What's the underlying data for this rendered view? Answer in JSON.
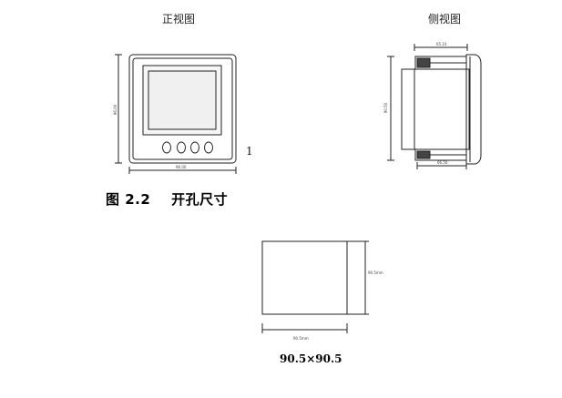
{
  "front_view": {
    "title": "正视图",
    "height_dim": "96.00",
    "width_dim": "96.00"
  },
  "side_view": {
    "title": "侧视图",
    "top_dim": "65.10",
    "height_dim": "90.50",
    "bottom_dim": "66.50"
  },
  "page_number": "1",
  "figure_caption": "图 2.2    开孔尺寸",
  "cutout": {
    "height_dim": "90.5mm",
    "width_dim": "90.5mm",
    "caption": "90.5×90.5"
  },
  "colors": {
    "line": "#222222",
    "screen": "#f2f2f2",
    "frame": "#ffffff"
  },
  "icons": {
    "button": "oval-button-icon"
  }
}
